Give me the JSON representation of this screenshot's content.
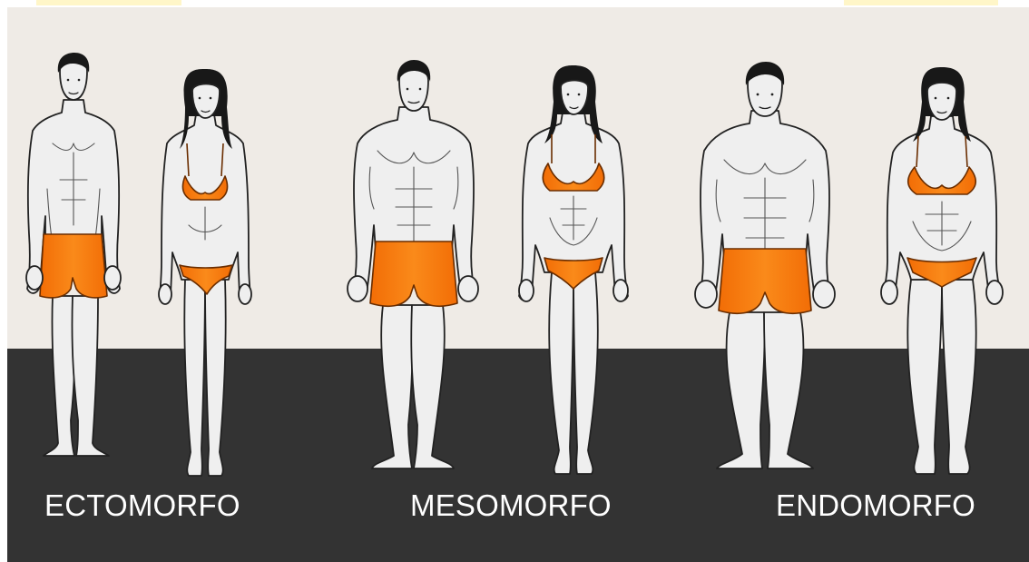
{
  "labels": [
    "ECTOMORFO",
    "MESOMORFO",
    "ENDOMORFO"
  ],
  "colors": {
    "background_top": "#efebe6",
    "background_bottom": "#333333",
    "swimwear": "#f5780e",
    "skin": "#efefef",
    "hair": "#181818",
    "label_text": "#ffffff"
  },
  "figures": [
    {
      "type": "ectomorph",
      "gender": "male"
    },
    {
      "type": "ectomorph",
      "gender": "female"
    },
    {
      "type": "mesomorph",
      "gender": "male"
    },
    {
      "type": "mesomorph",
      "gender": "female"
    },
    {
      "type": "endomorph",
      "gender": "male"
    },
    {
      "type": "endomorph",
      "gender": "female"
    }
  ]
}
